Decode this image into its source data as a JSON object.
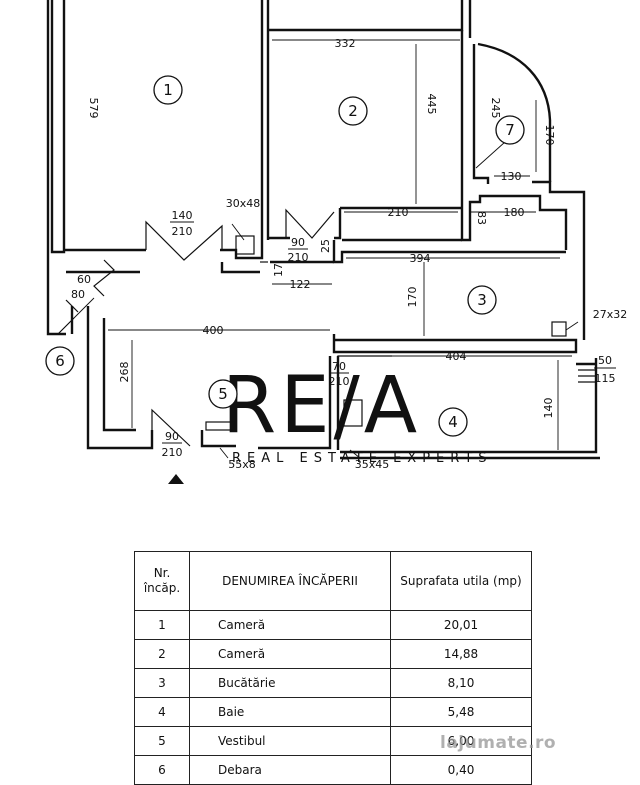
{
  "floor_plan": {
    "rooms": [
      {
        "number": "1"
      },
      {
        "number": "2"
      },
      {
        "number": "3"
      },
      {
        "number": "4"
      },
      {
        "number": "5"
      },
      {
        "number": "6"
      },
      {
        "number": "7"
      }
    ],
    "dimensions": {
      "d332": "332",
      "d579": "579",
      "d445": "445",
      "d245": "245",
      "d170a": "170",
      "d130": "130",
      "d180": "180",
      "d210": "210",
      "d83": "83",
      "d394": "394",
      "d170b": "170",
      "d122": "122",
      "d400": "400",
      "d268": "268",
      "d404": "404",
      "d140": "140",
      "door1_w": "140",
      "door1_h": "210",
      "door2_w": "90",
      "door2_h": "210",
      "door3_w": "70",
      "door3_h": "210",
      "door4_w": "90",
      "door4_h": "210",
      "door5_w": "60",
      "door5_h": "80",
      "d25": "25",
      "d17": "17",
      "duct1": "30x48",
      "duct2": "27x32",
      "duct3": "55x8",
      "duct4": "35x45",
      "win_w": "50",
      "win_h": "115"
    },
    "watermark": "RE/A",
    "watermark_sub": "REAL ESTATE EXPERTS"
  },
  "room_table": {
    "header_nr": "Nr. încăp.",
    "header_name": "DENUMIREA ÎNCĂPERII",
    "header_area": "Suprafata utila (mp)",
    "rows": [
      {
        "nr": "1",
        "name": "Cameră",
        "area": "20,01"
      },
      {
        "nr": "2",
        "name": "Cameră",
        "area": "14,88"
      },
      {
        "nr": "3",
        "name": "Bucătărie",
        "area": "8,10"
      },
      {
        "nr": "4",
        "name": "Baie",
        "area": "5,48"
      },
      {
        "nr": "5",
        "name": "Vestibul",
        "area": "6,00"
      },
      {
        "nr": "6",
        "name": "Debara",
        "area": "0,40"
      }
    ]
  },
  "site_watermark": "lajumate.ro"
}
